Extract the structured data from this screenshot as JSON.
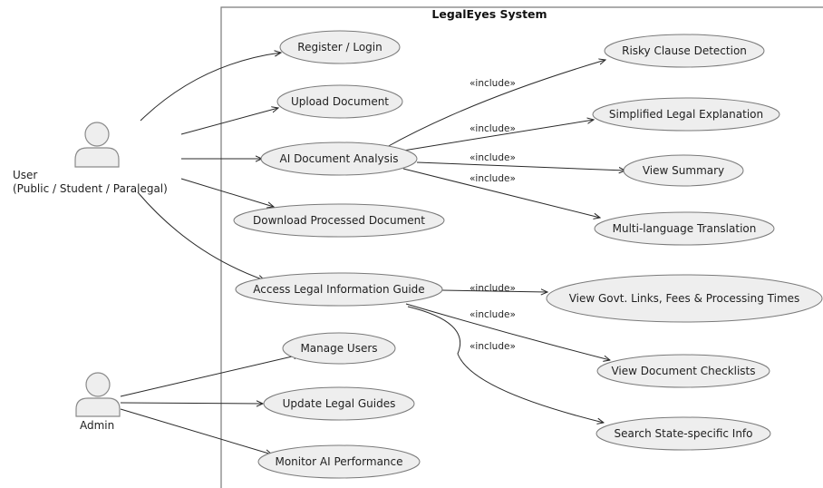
{
  "system": {
    "title": "LegalEyes System"
  },
  "actors": {
    "user": {
      "lines": [
        "User",
        "(Public / Student / Paralegal)"
      ]
    },
    "admin": {
      "label": "Admin"
    }
  },
  "use_cases": {
    "register_login": "Register / Login",
    "upload_document": "Upload Document",
    "ai_document_analysis": "AI Document Analysis",
    "download_processed_document": "Download Processed Document",
    "access_legal_info_guide": "Access Legal Information Guide",
    "manage_users": "Manage Users",
    "update_legal_guides": "Update Legal Guides",
    "monitor_ai_performance": "Monitor AI Performance",
    "risky_clause_detection": "Risky Clause Detection",
    "simplified_legal_explanation": "Simplified Legal Explanation",
    "view_summary": "View Summary",
    "multi_language_translation": "Multi-language Translation",
    "view_govt_links": "View Govt. Links, Fees & Processing Times",
    "view_document_checklists": "View Document Checklists",
    "search_state_specific_info": "Search State-specific Info"
  },
  "relations": {
    "include_label": "«include»"
  }
}
